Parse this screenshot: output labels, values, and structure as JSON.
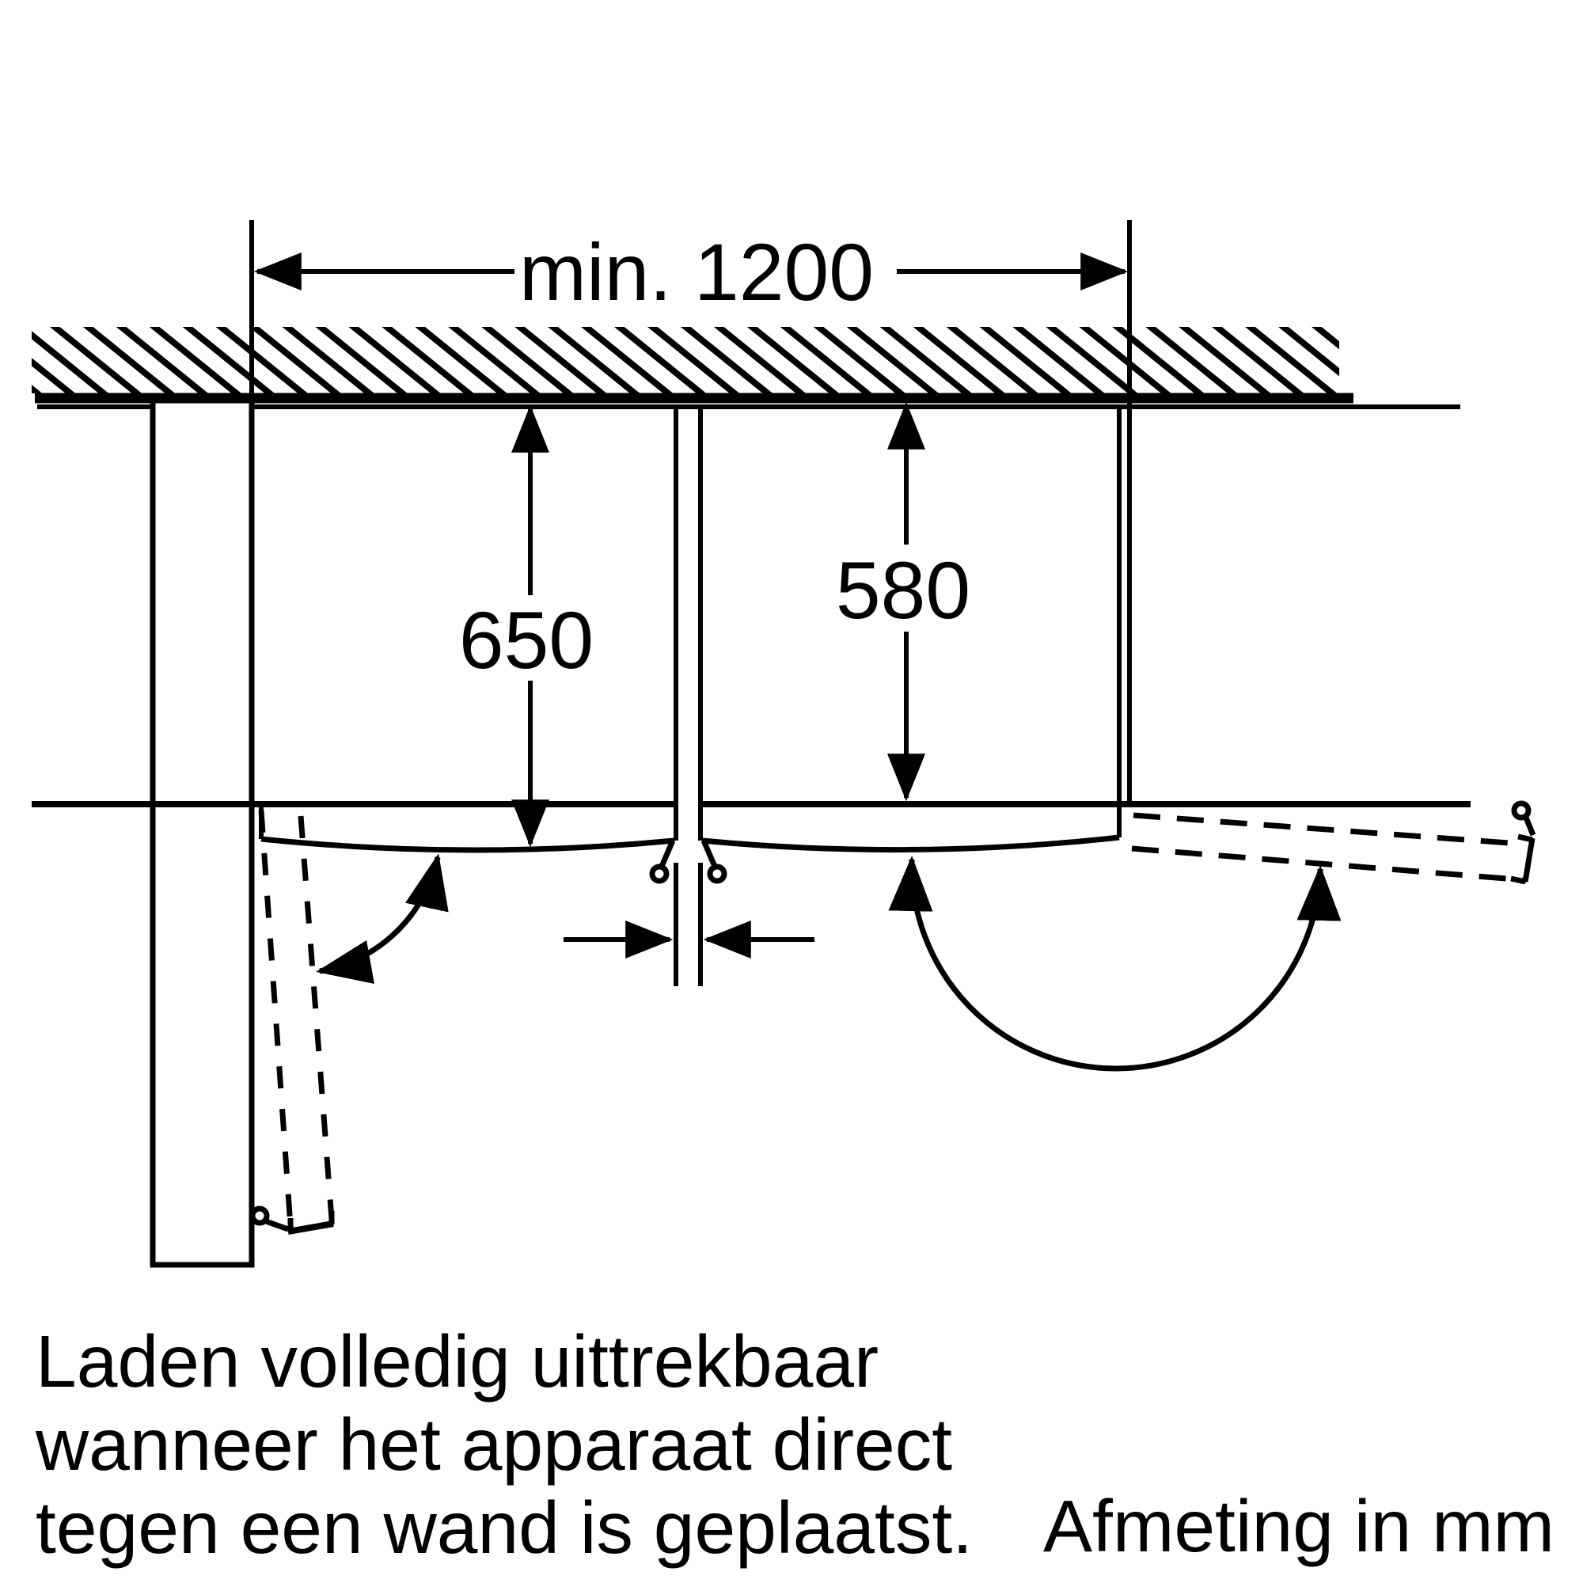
{
  "diagram": {
    "dimensions": {
      "niche_width": "min. 1200",
      "depth_left": "650",
      "depth_right": "580"
    },
    "caption": {
      "line1": "Laden volledig uittrekbaar",
      "line2": "wanneer het apparaat direct",
      "line3": "tegen een wand is geplaatst."
    },
    "units_note": "Afmeting in mm",
    "colors": {
      "ink": "#000000",
      "background": "#ffffff"
    }
  }
}
